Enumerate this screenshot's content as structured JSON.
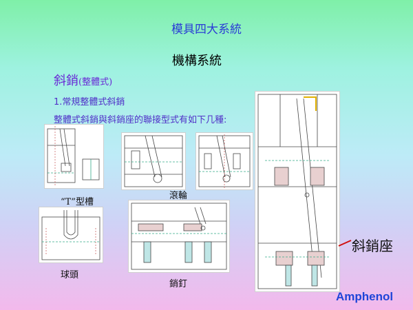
{
  "slide": {
    "top_title": "模具四大系統",
    "main_title": "機構系統",
    "subtitle_main": "斜銷",
    "subtitle_paren": "(整體式)",
    "item_1": "1.常規整體式斜銷",
    "item_2": "整體式斜銷與斜銷座的聯接型式有如下几種:",
    "captions": {
      "t_slot": "“T”型槽",
      "roller": "滾輪",
      "ball_head": "球頭",
      "pin": "銷釘",
      "lifter_seat": "斜銷座"
    },
    "brand": "Amphenol"
  },
  "colors": {
    "top_title": "#2a3bd6",
    "subtitle": "#6a2bd6",
    "brand": "#1f45d8",
    "drawing_line": "#444444",
    "highlight_red": "#d01010"
  }
}
